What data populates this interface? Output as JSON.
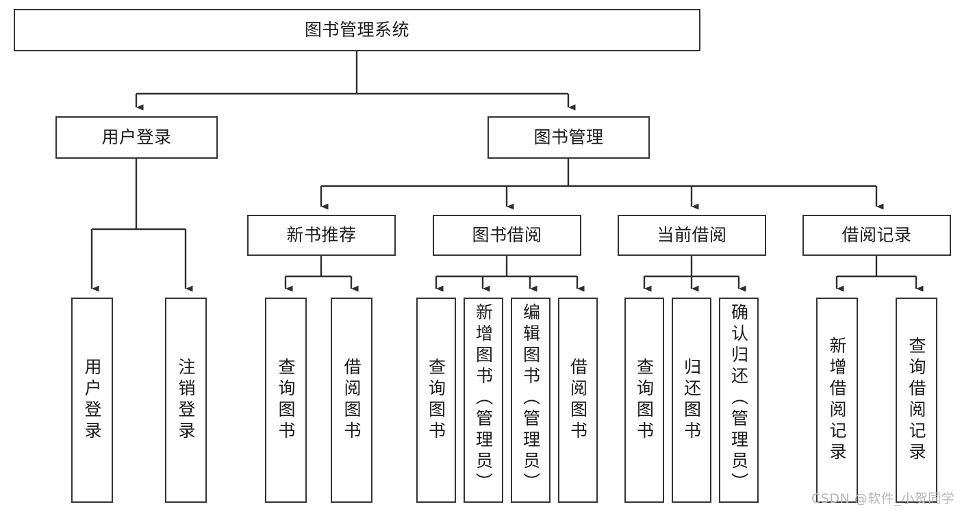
{
  "diagram": {
    "title": "图书管理系统",
    "watermark": "CSDN @软件_小贺同学",
    "stroke_color": "#343434",
    "text_color": "#1a1a1a",
    "background_color": "#ffffff",
    "root": {
      "label": "图书管理系统"
    },
    "level2": [
      {
        "label": "用户登录"
      },
      {
        "label": "图书管理"
      }
    ],
    "level3": [
      {
        "label": "新书推荐"
      },
      {
        "label": "图书借阅"
      },
      {
        "label": "当前借阅"
      },
      {
        "label": "借阅记录"
      }
    ],
    "leaves": {
      "user_login": [
        {
          "label": "用户登录"
        },
        {
          "label": "注销登录"
        }
      ],
      "new_book_recommend": [
        {
          "label": "查询图书"
        },
        {
          "label": "借阅图书"
        }
      ],
      "book_borrow": [
        {
          "label": "查询图书"
        },
        {
          "label": "新增图书（管理员）"
        },
        {
          "label": "编辑图书（管理员）"
        },
        {
          "label": "借阅图书"
        }
      ],
      "current_borrow": [
        {
          "label": "查询图书"
        },
        {
          "label": "归还图书"
        },
        {
          "label": "确认归还（管理员）"
        }
      ],
      "borrow_record": [
        {
          "label": "新增借阅记录"
        },
        {
          "label": "查询借阅记录"
        }
      ]
    }
  }
}
